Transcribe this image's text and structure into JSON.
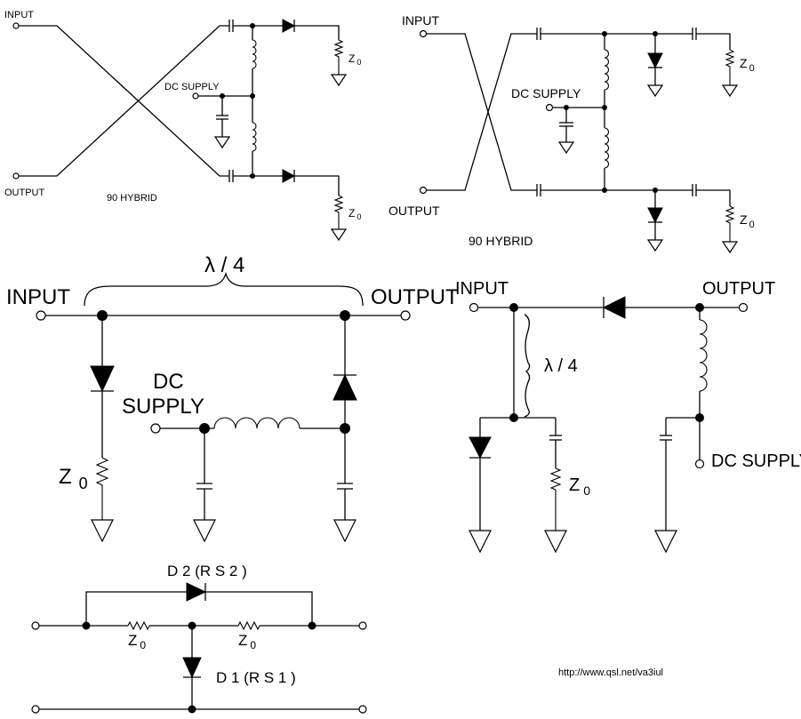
{
  "labels": {
    "input": "INPUT",
    "output": "OUTPUT",
    "dc_supply": "DC SUPPLY",
    "dc": "DC",
    "supply": "SUPPLY",
    "hybrid": "90 HYBRID",
    "z0_z": "Z",
    "z0_sub": "0",
    "lambda4": "λ / 4",
    "d2_label": "D 2 (R S 2 )",
    "d1_label": "D 1 (R S 1 )",
    "url": "http://www.qsl.net/va3iul"
  },
  "colors": {
    "ink": "#000000",
    "background": "#ffffff"
  }
}
